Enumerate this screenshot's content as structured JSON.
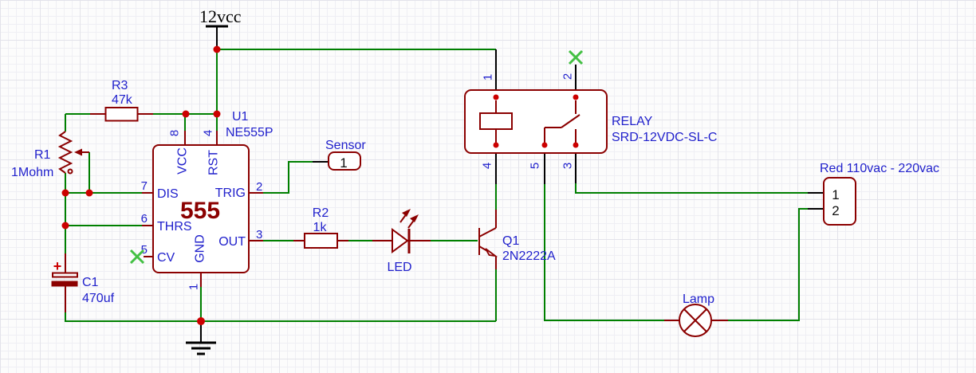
{
  "colors": {
    "wire_green": "#008000",
    "component_dark_red": "#8b0000",
    "label_blue": "#2121cc",
    "junction_red": "#cc0000",
    "no_connect_green": "#43c043",
    "pin_stub_black": "#000000",
    "canvas_background": "#fcfcfc"
  },
  "power_flag": {
    "net": "12vcc"
  },
  "r3": {
    "ref": "R3",
    "value": "47k"
  },
  "r1": {
    "ref": "R1",
    "value": "1Mohm"
  },
  "u1": {
    "ref": "U1",
    "part": "NE555P",
    "die": "555",
    "pins": {
      "vcc": {
        "num": "8",
        "name": "VCC"
      },
      "rst": {
        "num": "4",
        "name": "RST"
      },
      "dis": {
        "num": "7",
        "name": "DIS"
      },
      "trig": {
        "num": "2",
        "name": "TRIG"
      },
      "thrs": {
        "num": "6",
        "name": "THRS"
      },
      "out": {
        "num": "3",
        "name": "OUT"
      },
      "cv": {
        "num": "5",
        "name": "CV"
      },
      "gnd": {
        "num": "1",
        "name": "GND"
      }
    }
  },
  "sensor": {
    "label": "Sensor",
    "pin": "1"
  },
  "r2": {
    "ref": "R2",
    "value": "1k"
  },
  "led": {
    "label": "LED"
  },
  "q1": {
    "ref": "Q1",
    "part": "2N2222A"
  },
  "relay": {
    "ref": "RELAY",
    "part": "SRD-12VDC-SL-C",
    "pins": {
      "p1": "1",
      "p2": "2",
      "p3": "3",
      "p4": "4",
      "p5": "5"
    }
  },
  "ac_connector": {
    "label": "Red 110vac - 220vac",
    "pins": {
      "p1": "1",
      "p2": "2"
    }
  },
  "lamp": {
    "label": "Lamp"
  },
  "c1": {
    "ref": "C1",
    "value": "470uf",
    "polarity": "+"
  }
}
